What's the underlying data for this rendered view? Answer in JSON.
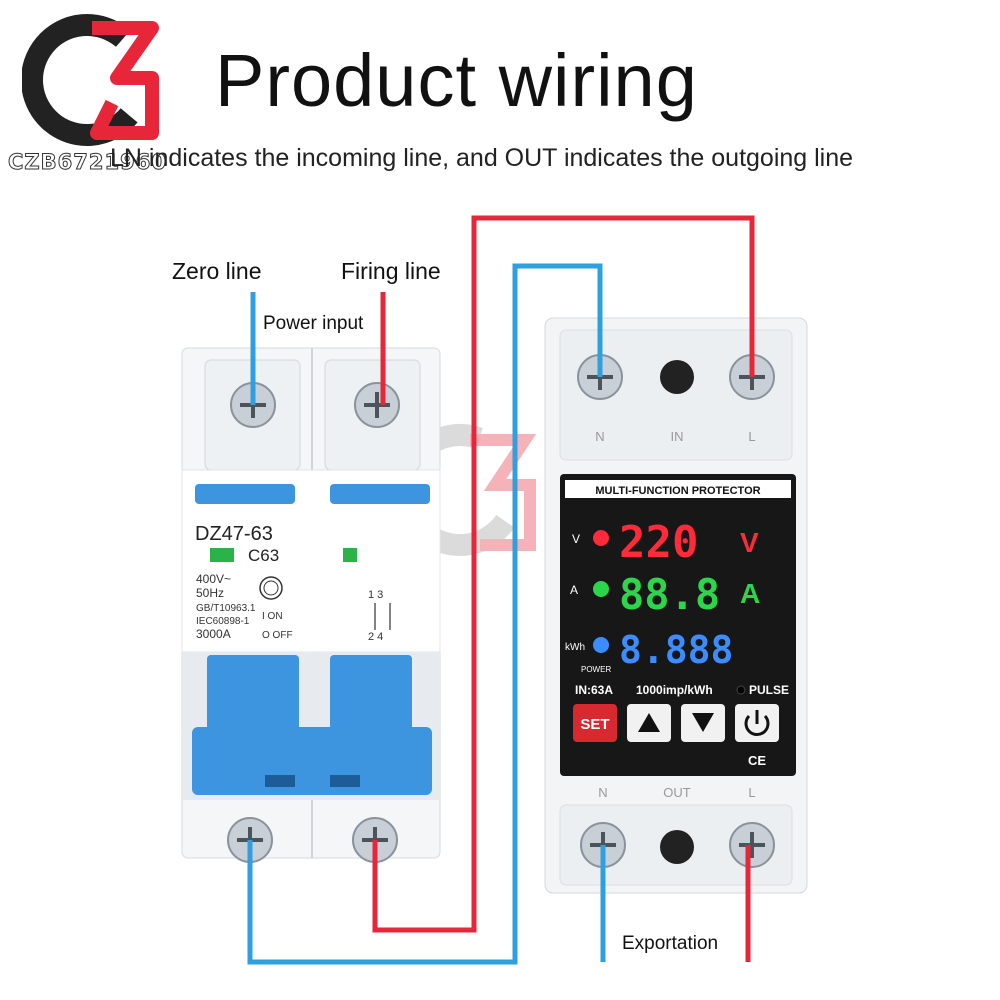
{
  "brand": {
    "logo_text": "CZB6721960"
  },
  "title": "Product wiring",
  "subtitle": "LN indicates the incoming line, and OUT indicates the outgoing line",
  "labels": {
    "zero_line": "Zero line",
    "firing_line": "Firing line",
    "power_input": "Power input",
    "exportation": "Exportation"
  },
  "breaker": {
    "model": "DZ47-63",
    "rating": "C63",
    "specs": [
      "400V~",
      "50Hz",
      "GB/T10963.1",
      "IEC60898-1",
      "3000A"
    ],
    "on_label": "I  ON",
    "off_label": "O OFF",
    "poles": "1  3",
    "poles_bottom": "2  4"
  },
  "protector": {
    "header": "MULTI-FUNCTION PROTECTOR",
    "top_terminals": [
      "N",
      "IN",
      "L"
    ],
    "bottom_terminals": [
      "N",
      "OUT",
      "L"
    ],
    "rows": [
      {
        "unit_label": "V",
        "digits": "220",
        "unit": "V",
        "color": "#ff2a3a"
      },
      {
        "unit_label": "A",
        "digits": "88.8",
        "unit": "A",
        "color": "#2bd64a"
      },
      {
        "unit_label": "kWh",
        "digits": "8.888",
        "unit": "",
        "color": "#3a8cff"
      }
    ],
    "power_label": "POWER",
    "rating": "IN:63A",
    "impulse": "1000imp/kWh",
    "pulse": "PULSE",
    "set_button": "SET",
    "ce_mark": "CE"
  },
  "colors": {
    "red_wire": "#e8263a",
    "blue_wire": "#2f9fe0",
    "breaker_blue": "#3d95e0"
  }
}
